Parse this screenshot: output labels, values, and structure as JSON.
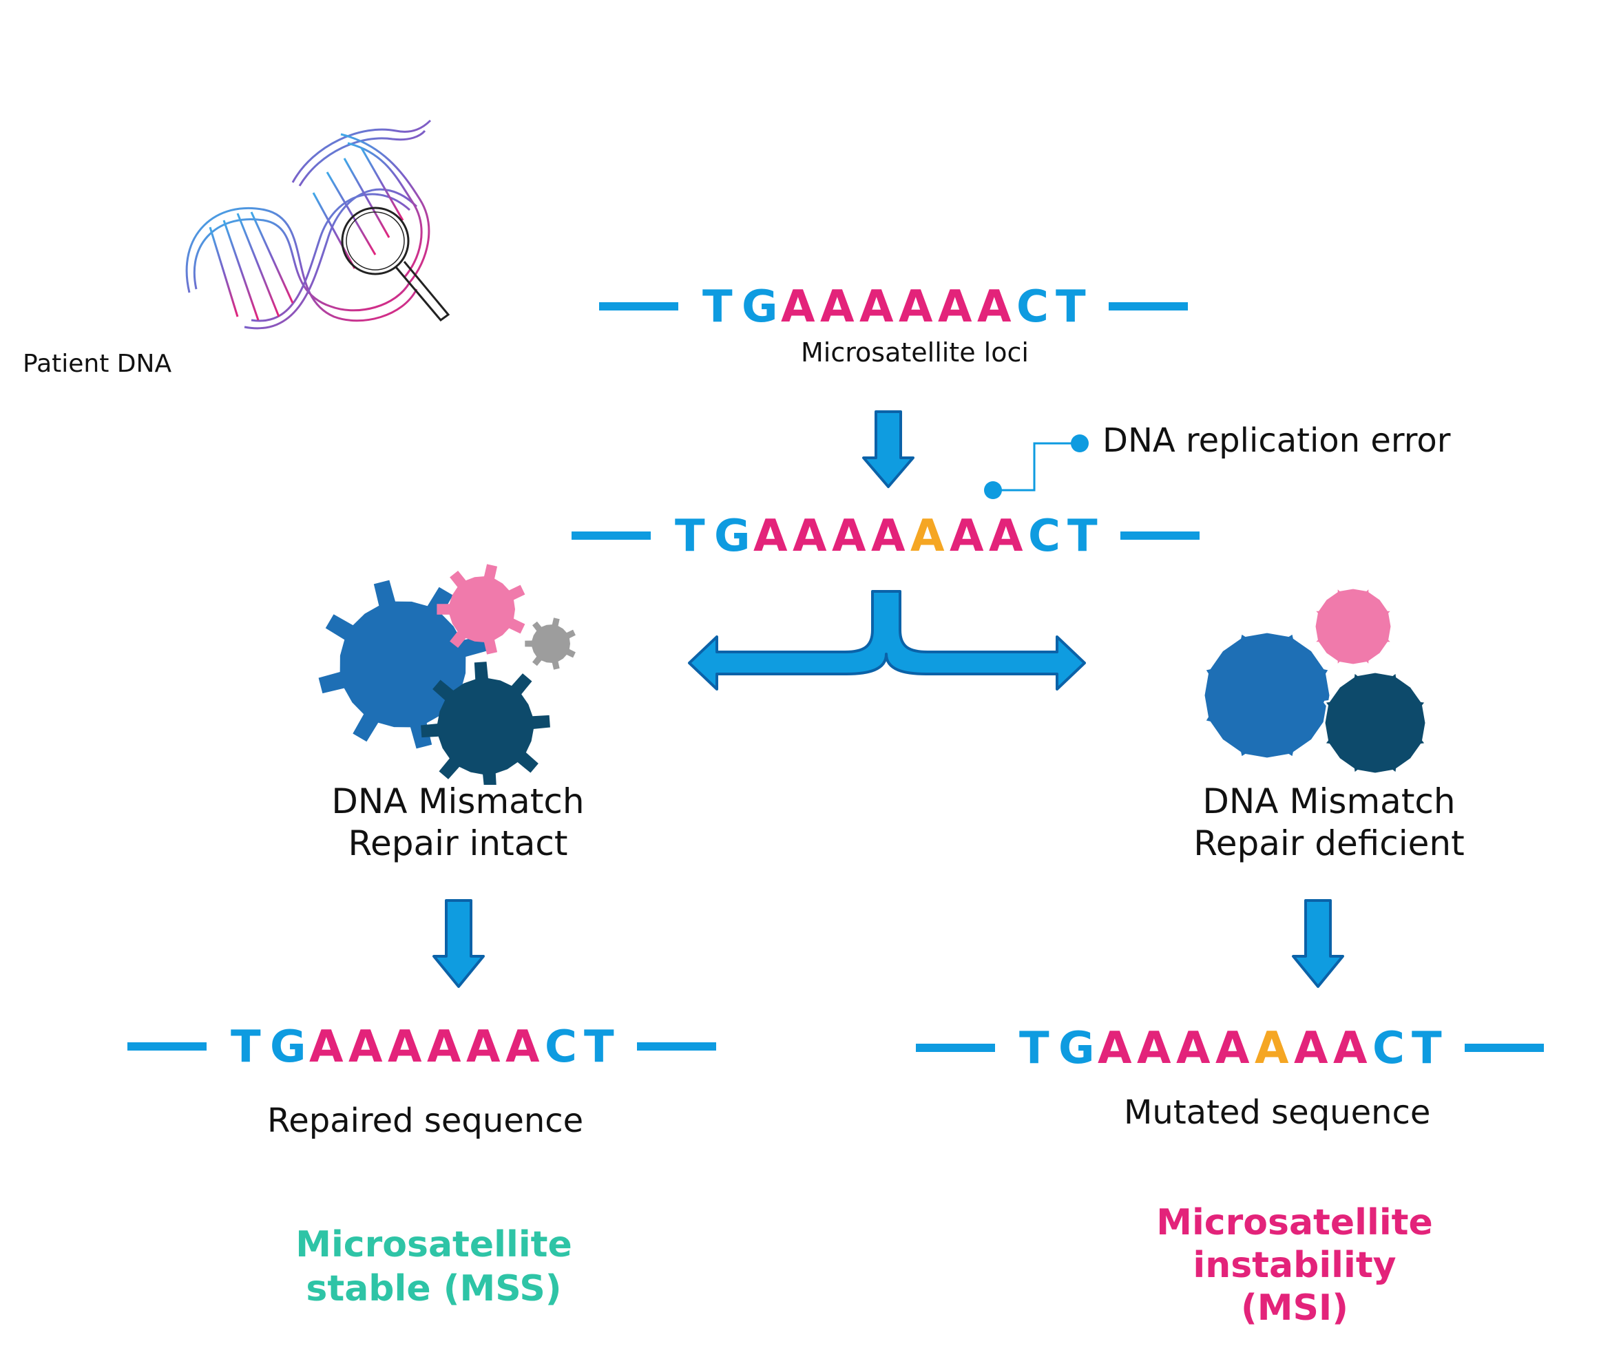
{
  "colors": {
    "blue": "#0e9be0",
    "pink": "#e3237a",
    "orange": "#f5a623",
    "teal": "#2ec4a6",
    "gear_blue": "#1e6fb5",
    "gear_navy": "#0d4a6b",
    "gear_pink": "#f07aab",
    "gear_grey": "#9d9d9d",
    "arrow_fill": "#0f9ce0",
    "arrow_stroke": "#0b62a8"
  },
  "labels": {
    "patient_dna": "Patient DNA",
    "microsatellite_loci": "Microsatellite loci",
    "replication_error": "DNA replication error",
    "mmr_intact_line1": "DNA Mismatch",
    "mmr_intact_line2": "Repair intact",
    "mmr_deficient_line1": "DNA Mismatch",
    "mmr_deficient_line2": "Repair deficient",
    "repaired_sequence": "Repaired sequence",
    "mutated_sequence": "Mutated sequence",
    "mss_line1": "Microsatellite",
    "mss_line2": "stable (MSS)",
    "msi_line1": "Microsatellite",
    "msi_line2": "instability",
    "msi_line3": "(MSI)"
  },
  "sequences": {
    "original": [
      {
        "ch": "T",
        "c": "blue"
      },
      {
        "ch": "G",
        "c": "blue"
      },
      {
        "ch": "A",
        "c": "pink"
      },
      {
        "ch": "A",
        "c": "pink"
      },
      {
        "ch": "A",
        "c": "pink"
      },
      {
        "ch": "A",
        "c": "pink"
      },
      {
        "ch": "A",
        "c": "pink"
      },
      {
        "ch": "A",
        "c": "pink"
      },
      {
        "ch": "C",
        "c": "blue"
      },
      {
        "ch": "T",
        "c": "blue"
      }
    ],
    "replicated": [
      {
        "ch": "T",
        "c": "blue"
      },
      {
        "ch": "G",
        "c": "blue"
      },
      {
        "ch": "A",
        "c": "pink"
      },
      {
        "ch": "A",
        "c": "pink"
      },
      {
        "ch": "A",
        "c": "pink"
      },
      {
        "ch": "A",
        "c": "pink"
      },
      {
        "ch": "A",
        "c": "orange"
      },
      {
        "ch": "A",
        "c": "pink"
      },
      {
        "ch": "A",
        "c": "pink"
      },
      {
        "ch": "C",
        "c": "blue"
      },
      {
        "ch": "T",
        "c": "blue"
      }
    ],
    "repaired": [
      {
        "ch": "T",
        "c": "blue"
      },
      {
        "ch": "G",
        "c": "blue"
      },
      {
        "ch": "A",
        "c": "pink"
      },
      {
        "ch": "A",
        "c": "pink"
      },
      {
        "ch": "A",
        "c": "pink"
      },
      {
        "ch": "A",
        "c": "pink"
      },
      {
        "ch": "A",
        "c": "pink"
      },
      {
        "ch": "A",
        "c": "pink"
      },
      {
        "ch": "C",
        "c": "blue"
      },
      {
        "ch": "T",
        "c": "blue"
      }
    ],
    "mutated": [
      {
        "ch": "T",
        "c": "blue"
      },
      {
        "ch": "G",
        "c": "blue"
      },
      {
        "ch": "A",
        "c": "pink"
      },
      {
        "ch": "A",
        "c": "pink"
      },
      {
        "ch": "A",
        "c": "pink"
      },
      {
        "ch": "A",
        "c": "pink"
      },
      {
        "ch": "A",
        "c": "orange"
      },
      {
        "ch": "A",
        "c": "pink"
      },
      {
        "ch": "A",
        "c": "pink"
      },
      {
        "ch": "C",
        "c": "blue"
      },
      {
        "ch": "T",
        "c": "blue"
      }
    ]
  },
  "icons": {
    "dna": "dna-helix-with-magnifier-icon",
    "gears_intact": "gears-icon",
    "gears_deficient": "broken-gears-icon"
  }
}
